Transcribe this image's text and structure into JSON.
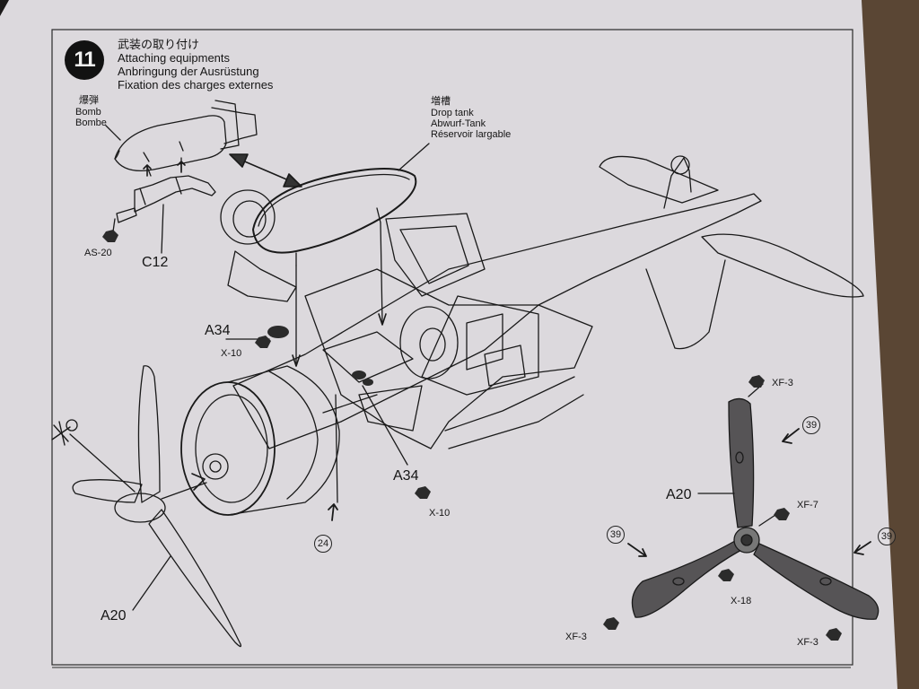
{
  "step": {
    "number": "11",
    "title_ja": "武装の取り付け",
    "title_en": "Attaching equipments",
    "title_de": "Anbringung der Ausrüstung",
    "title_fr": "Fixation des charges externes"
  },
  "bomb": {
    "ja": "爆弾",
    "en": "Bomb",
    "fr": "Bombe"
  },
  "drop_tank": {
    "ja": "増槽",
    "en": "Drop tank",
    "de": "Abwurf-Tank",
    "fr": "Réservoir largable"
  },
  "parts": {
    "as20": "AS-20",
    "c12": "C12",
    "a34_upper": "A34",
    "x10_upper": "X-10",
    "a34_lower": "A34",
    "x10_lower": "X-10",
    "ref24": "24",
    "a20_left": "A20",
    "a20_right": "A20"
  },
  "paint": {
    "xf3_top": "XF-3",
    "xf7": "XF-7",
    "x18": "X-18",
    "xf3_left": "XF-3",
    "xf3_right": "XF-3",
    "ref39_top": "39",
    "ref39_left": "39",
    "ref39_right": "39"
  },
  "colors": {
    "paper": "#dcd9dd",
    "ink": "#1a1a1a",
    "background": "#1c1a1a"
  }
}
